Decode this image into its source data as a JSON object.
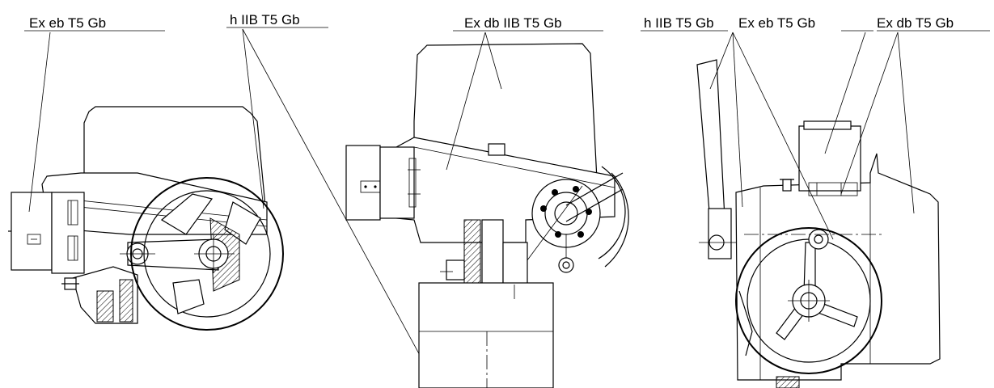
{
  "labels": {
    "left_ex_eb": "Ex eb T5 Gb",
    "left_h": "h IIB T5 Gb",
    "mid_ex_db": "Ex db IIB T5 Gb",
    "right_h": "h IIB T5 Gb",
    "right_ex_eb": "Ex eb T5 Gb",
    "right_ex_db": "Ex db T5 Gb"
  }
}
